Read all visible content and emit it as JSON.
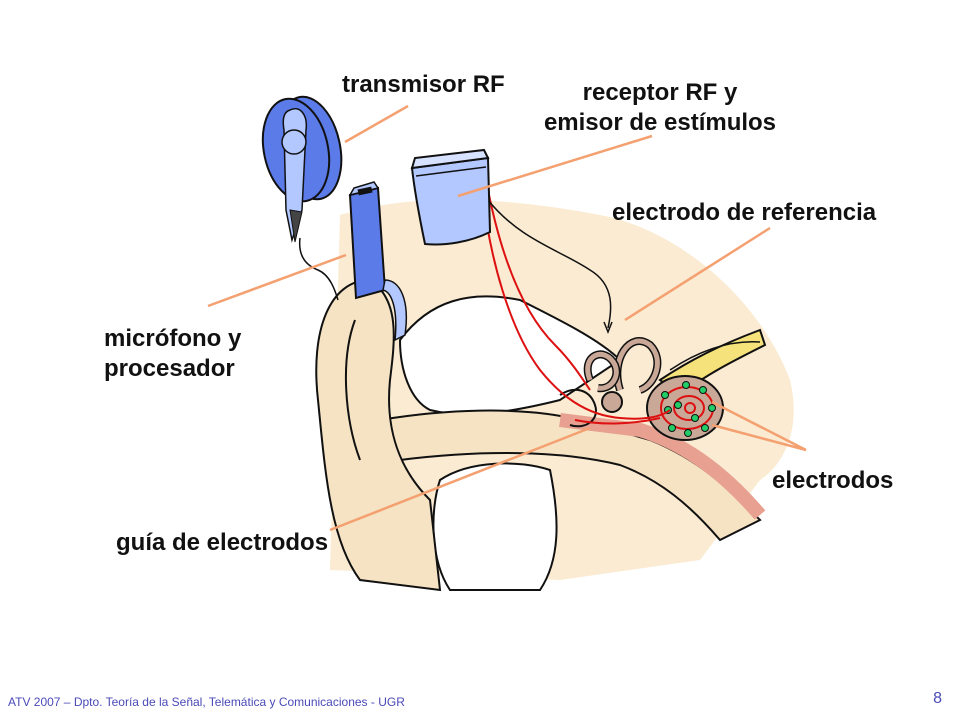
{
  "labels": {
    "transmisor": "transmisor RF",
    "receptor_line1": "receptor RF y",
    "receptor_line2": "emisor de estímulos",
    "referencia": "electrodo de referencia",
    "microfono_line1": "micrófono y",
    "microfono_line2": "procesador",
    "electrodos": "electrodos",
    "guia": "guía de electrodos"
  },
  "footer": {
    "text": "ATV 2007 – Dpto. Teoría de la Señal, Telemática y Comunicaciones - UGR",
    "page": "8"
  },
  "colors": {
    "skin": "#faebd2",
    "ear": "#f5e3c3",
    "device_blue": "#5b7be8",
    "device_light": "#b3c8ff",
    "leader": "#f4a070",
    "wire": "#dd1111",
    "electrode": "#22cc66",
    "cochlea": "#c9a897",
    "nerve": "#f6e27a"
  }
}
